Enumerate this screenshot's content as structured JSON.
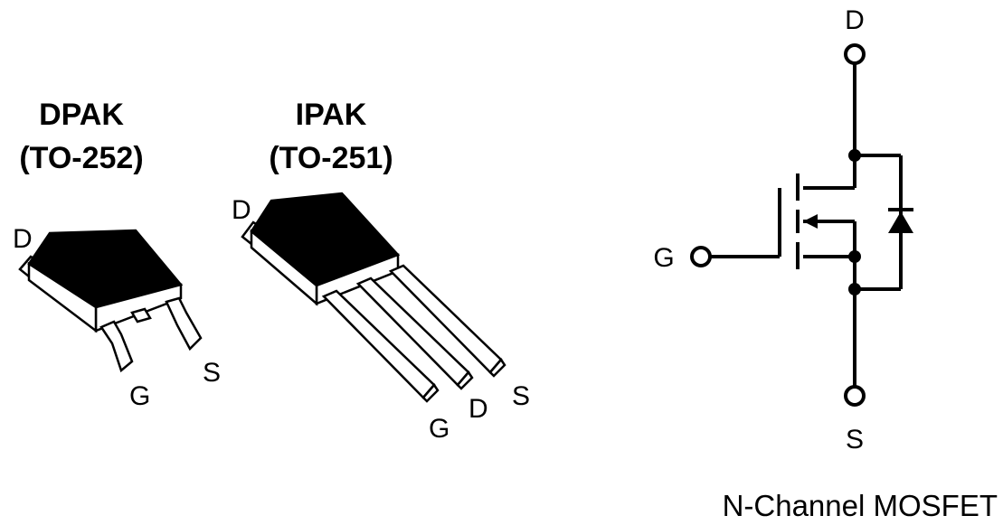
{
  "dpak": {
    "title": "DPAK",
    "subtitle": "(TO-252)",
    "pins": {
      "drain": "D",
      "gate": "G",
      "source": "S"
    }
  },
  "ipak": {
    "title": "IPAK",
    "subtitle": "(TO-251)",
    "pins": {
      "drain_tab": "D",
      "gate": "G",
      "drain": "D",
      "source": "S"
    }
  },
  "schematic": {
    "drain_label": "D",
    "gate_label": "G",
    "source_label": "S",
    "caption": "N-Channel MOSFET"
  }
}
